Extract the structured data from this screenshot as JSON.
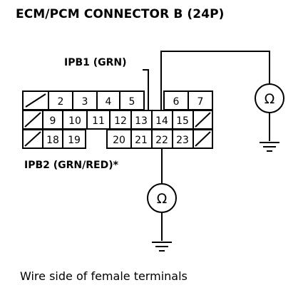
{
  "title": "ECM/PCM CONNECTOR B (24P)",
  "caption": "Wire side of female terminals",
  "wires": {
    "ipb1": "IPB1 (GRN)",
    "ipb2": "IPB2 (GRN/RED)*"
  },
  "meter_symbol": "Ω",
  "icons": {
    "meter": "ohmmeter-icon",
    "ground": "ground-symbol-icon"
  },
  "connector": {
    "row1": [
      "2",
      "3",
      "4",
      "5",
      "6",
      "7"
    ],
    "row2": [
      "9",
      "10",
      "11",
      "12",
      "13",
      "14",
      "15"
    ],
    "row3": [
      "18",
      "19",
      "20",
      "21",
      "22",
      "23"
    ]
  }
}
